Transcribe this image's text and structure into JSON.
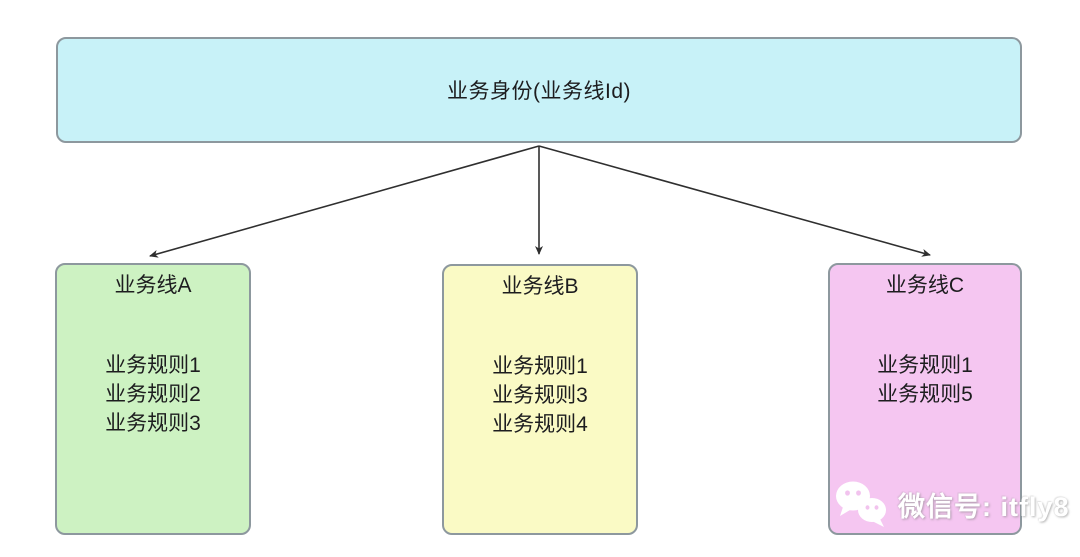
{
  "diagram": {
    "root": {
      "label": "业务身份(业务线Id)",
      "fill": "#c8f2f8"
    },
    "branches": [
      {
        "title": "业务线A",
        "rules": [
          "业务规则1",
          "业务规则2",
          "业务规则3"
        ],
        "fill": "#cdf2c2"
      },
      {
        "title": "业务线B",
        "rules": [
          "业务规则1",
          "业务规则3",
          "业务规则4"
        ],
        "fill": "#fafac5"
      },
      {
        "title": "业务线C",
        "rules": [
          "业务规则1",
          "业务规则5"
        ],
        "fill": "#f5c6f1"
      }
    ],
    "border_color": "#8d989e",
    "line_color": "#2f2f2f"
  },
  "watermark": {
    "icon": "wechat-icon",
    "label": "微信号: itfly8",
    "text_color": "#ffffff"
  }
}
